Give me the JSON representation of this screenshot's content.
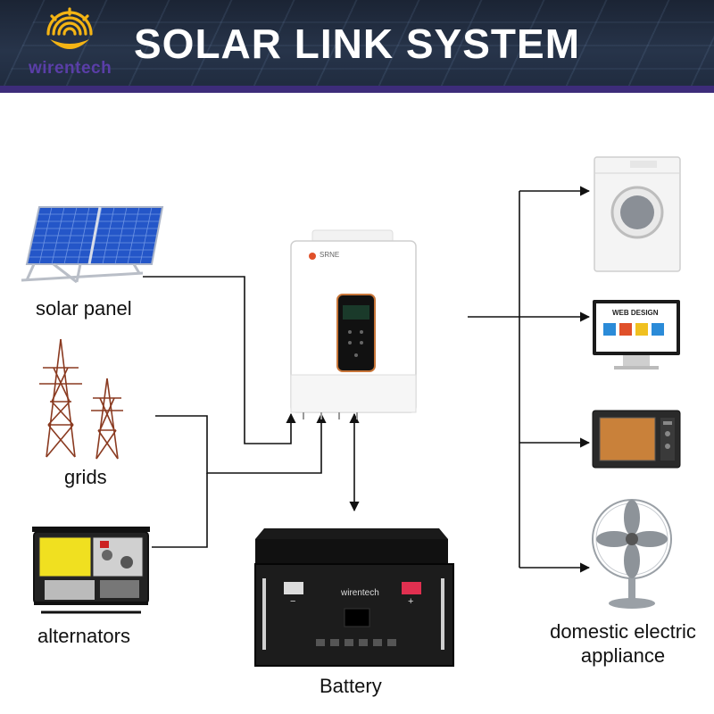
{
  "header": {
    "title": "SOLAR LINK SYSTEM",
    "brand": "wirentech"
  },
  "sources": {
    "solar_label": "solar panel",
    "grids_label": "grids",
    "alternators_label": "alternators"
  },
  "inverter": {
    "brand_text": "SRNE"
  },
  "battery": {
    "label": "Battery",
    "brand_text": "wirentech",
    "neg_sign": "−",
    "pos_sign": "+"
  },
  "loads": {
    "label": "domestic electric appliance",
    "label_line1": "domestic electric",
    "label_line2": "appliance",
    "monitor_text": "WEB DESIGN"
  },
  "colors": {
    "header_bg": "#1f2a3d",
    "header_stripe": "#3d2c7a",
    "brand": "#5a3ea8",
    "logo": "#f4b414",
    "line": "#111111"
  }
}
